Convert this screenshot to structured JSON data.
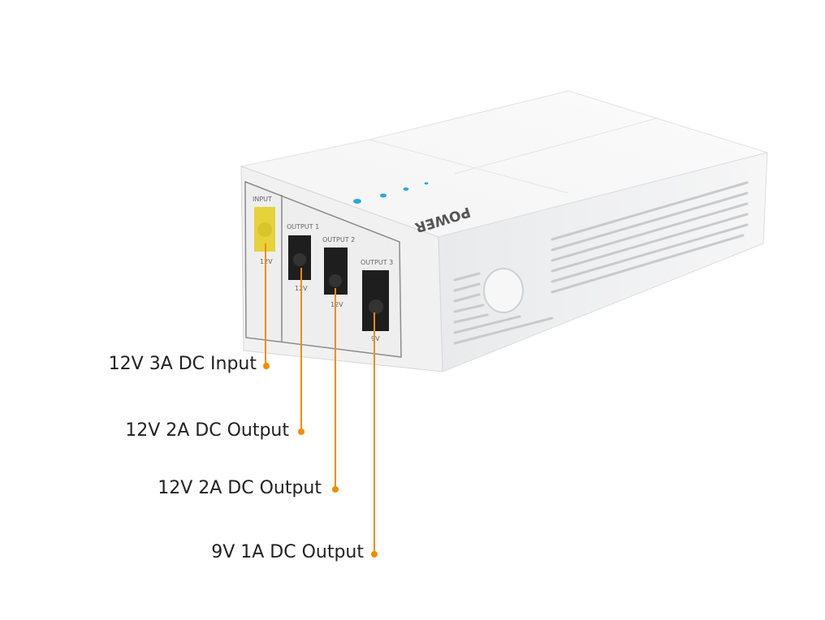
{
  "device": {
    "brand": "POWER",
    "ports": [
      {
        "label": "INPUT",
        "voltage": "12V"
      },
      {
        "label": "OUTPUT 1",
        "voltage": "12V"
      },
      {
        "label": "OUTPUT 2",
        "voltage": "12V"
      },
      {
        "label": "OUTPUT 3",
        "voltage": "9V"
      }
    ]
  },
  "callouts": [
    {
      "text": "12V 3A DC Input"
    },
    {
      "text": "12V 2A DC Output"
    },
    {
      "text": "12V 2A DC Output"
    },
    {
      "text": "9V 1A DC Output"
    }
  ],
  "colors": {
    "leader": "#f08c00",
    "input_port": "#e6d23a",
    "led": "#2aa8e0"
  }
}
